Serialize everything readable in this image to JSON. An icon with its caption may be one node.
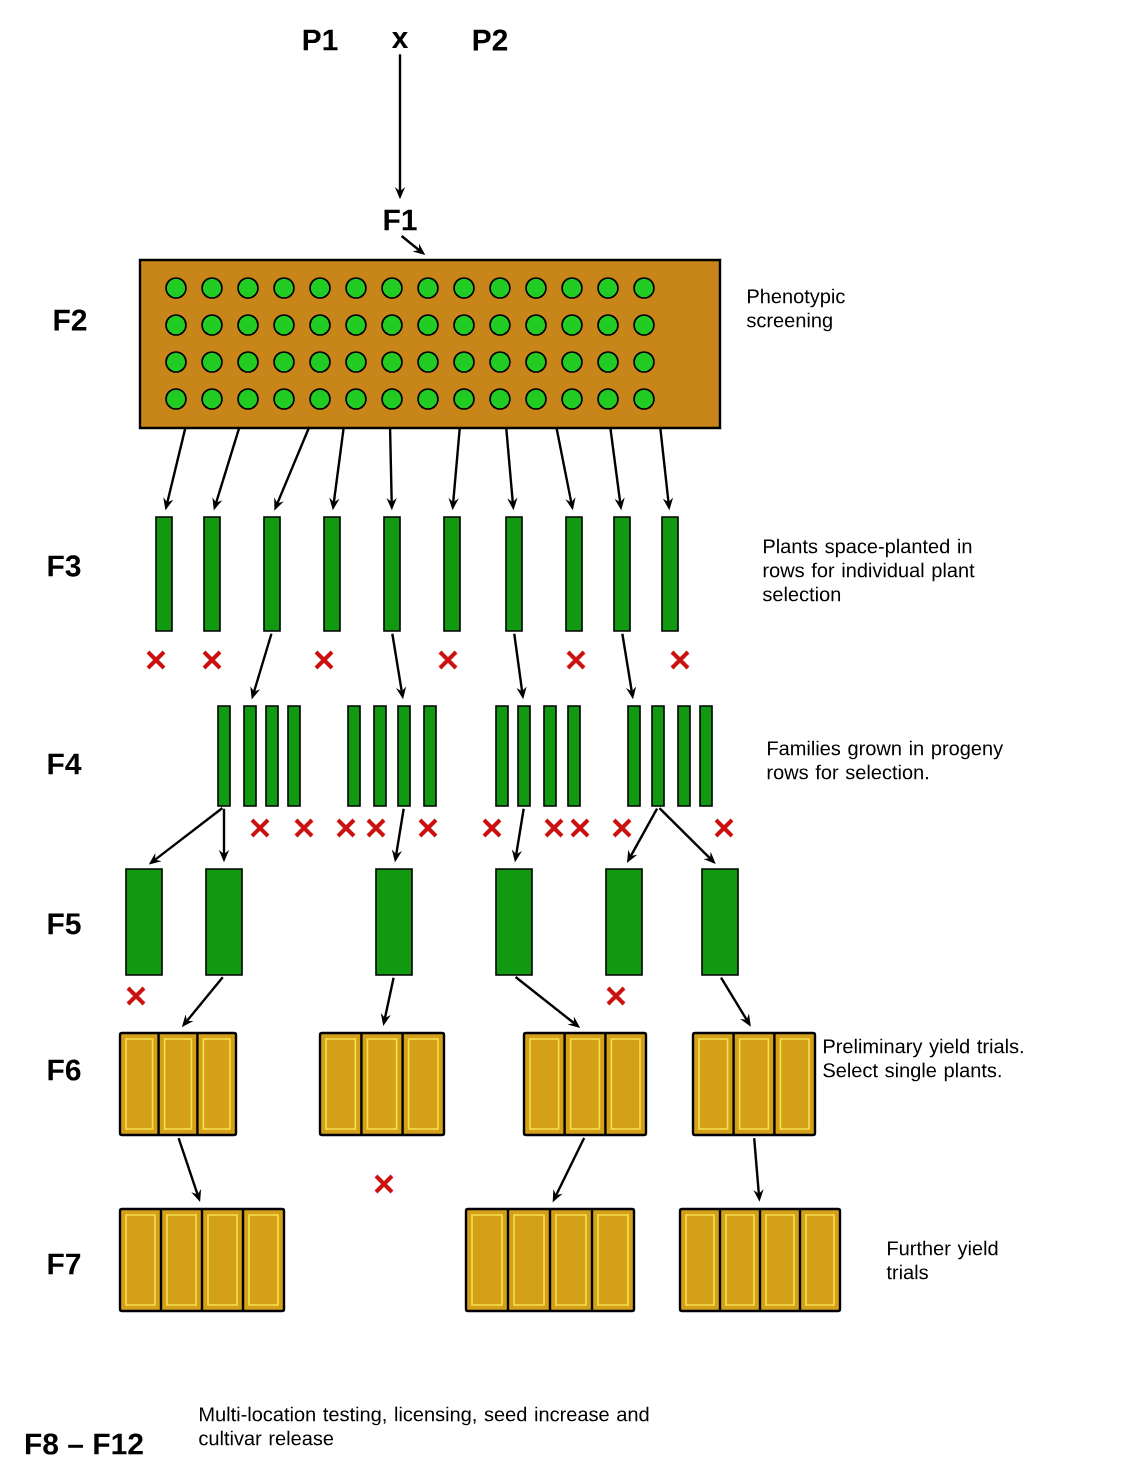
{
  "diagram": {
    "nodes": [
      {
        "text": [
          "x"
        ]
      },
      {
        "text": [
          "F1"
        ]
      },
      {
        "text": [],
        "shape": "box"
      },
      {
        "text": [],
        "shape": "bar"
      },
      {
        "text": [],
        "shape": "bar"
      },
      {
        "text": [],
        "shape": "bar"
      },
      {
        "text": [],
        "shape": "bar"
      },
      {
        "text": [],
        "shape": "bar"
      },
      {
        "text": [],
        "shape": "bar"
      },
      {
        "text": [],
        "shape": "bar"
      },
      {
        "text": [],
        "shape": "bar"
      },
      {
        "text": [],
        "shape": "bar"
      },
      {
        "text": [],
        "shape": "bar"
      },
      {
        "text": [],
        "shape": "bar"
      },
      {
        "text": [],
        "shape": "bar"
      },
      {
        "text": [],
        "shape": "bar"
      },
      {
        "text": [],
        "shape": "bar"
      },
      {
        "text": [],
        "shape": "bar"
      },
      {
        "text": [],
        "shape": "bar"
      },
      {
        "text": [],
        "shape": "bar"
      },
      {
        "text": [],
        "shape": "bar"
      },
      {
        "text": [],
        "shape": "bar"
      },
      {
        "text": [],
        "shape": "bar"
      },
      {
        "text": [],
        "shape": "bar"
      },
      {
        "text": [],
        "shape": "bar"
      },
      {
        "text": [],
        "shape": "bar"
      },
      {
        "text": [],
        "shape": "bar"
      },
      {
        "text": [],
        "shape": "bar"
      },
      {
        "text": [],
        "shape": "bar"
      },
      {
        "text": [],
        "shape": "bar"
      },
      {
        "text": [],
        "shape": "bar"
      },
      {
        "text": [],
        "shape": "bar"
      },
      {
        "text": [],
        "shape": "bar"
      },
      {
        "text": [],
        "shape": "bar"
      },
      {
        "text": [],
        "shape": "bar"
      },
      {
        "text": [],
        "shape": "box"
      },
      {
        "text": [],
        "shape": "box"
      },
      {
        "text": [],
        "shape": "box"
      },
      {
        "text": [],
        "shape": "box"
      },
      {
        "text": [],
        "shape": "box"
      },
      {
        "text": [],
        "shape": "box"
      },
      {
        "text": [],
        "shape": "box"
      }
    ],
    "edges": [
      {
        "from": 0,
        "to": 1,
        "arrow": "to"
      },
      {
        "from": 1,
        "to": 2,
        "arrow": "to"
      },
      {
        "from": 2,
        "to": 3,
        "arrow": "to"
      },
      {
        "from": 2,
        "to": 4,
        "arrow": "to"
      },
      {
        "from": 2,
        "to": 5,
        "arrow": "to"
      },
      {
        "from": 2,
        "to": 6,
        "arrow": "to"
      },
      {
        "from": 2,
        "to": 7,
        "arrow": "to"
      },
      {
        "from": 2,
        "to": 8,
        "arrow": "to"
      },
      {
        "from": 2,
        "to": 9,
        "arrow": "to"
      },
      {
        "from": 2,
        "to": 10,
        "arrow": "to"
      },
      {
        "from": 2,
        "to": 11,
        "arrow": "to"
      },
      {
        "from": 2,
        "to": 12,
        "arrow": "to"
      },
      {
        "from": 5,
        "to": 14,
        "arrow": "to"
      },
      {
        "from": 7,
        "to": 19,
        "arrow": "to"
      },
      {
        "from": 9,
        "to": 22,
        "arrow": "to"
      },
      {
        "from": 11,
        "to": 25,
        "arrow": "to"
      },
      {
        "from": 13,
        "to": 29,
        "arrow": "to"
      },
      {
        "from": 13,
        "to": 30,
        "arrow": "to"
      },
      {
        "from": 19,
        "to": 31,
        "arrow": "to"
      },
      {
        "from": 22,
        "to": 32,
        "arrow": "to"
      },
      {
        "from": 26,
        "to": 33,
        "arrow": "to"
      },
      {
        "from": 26,
        "to": 34,
        "arrow": "to"
      },
      {
        "from": 30,
        "to": 35,
        "arrow": "to"
      },
      {
        "from": 31,
        "to": 36,
        "arrow": "to"
      },
      {
        "from": 32,
        "to": 37,
        "arrow": "to"
      },
      {
        "from": 34,
        "to": 38,
        "arrow": "to"
      },
      {
        "from": 35,
        "to": 39,
        "arrow": "to"
      },
      {
        "from": 37,
        "to": 40,
        "arrow": "to"
      },
      {
        "from": 38,
        "to": 41,
        "arrow": "to"
      }
    ],
    "labels": [
      "P1",
      "P2",
      "F2",
      "Phenotypic screening",
      "F3",
      "Plants space-planted in rows for individual plant selection",
      "F4",
      "Families grown in progeny rows for selection.",
      "F5",
      "F6",
      "Preliminary yield trials.  Select single plants.",
      "F7",
      "Further yield trials",
      "F8 – F12",
      "Multi-location testing, licensing, seed increase and cultivar release"
    ]
  }
}
